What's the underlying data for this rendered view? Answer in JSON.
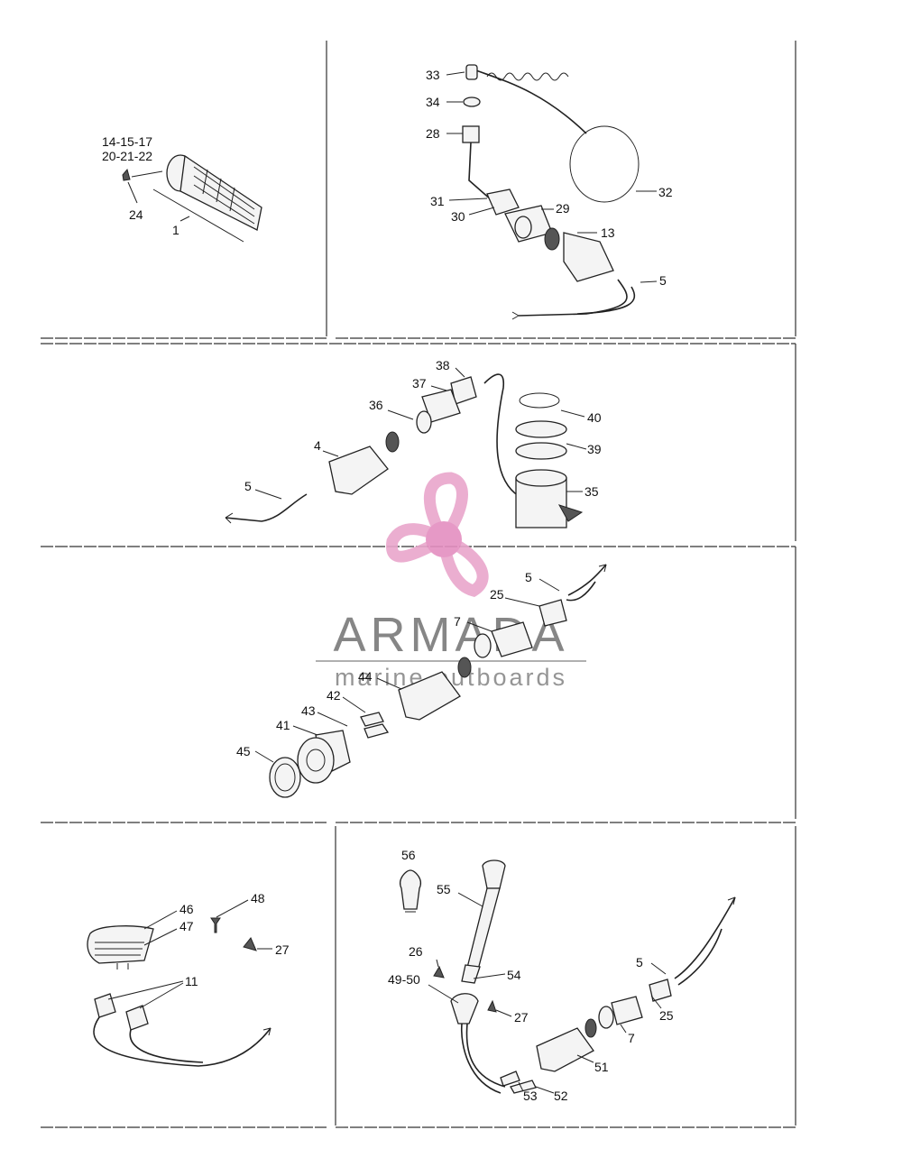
{
  "watermark": {
    "brand": "ARMADA",
    "tagline": "marine outboards",
    "colors": {
      "logo": "#e9a6cc",
      "logo_hub": "#e48fc0",
      "text": "#7a7a7a"
    }
  },
  "panels": [
    {
      "id": "panel-handle-grip",
      "callouts": [
        "14-15-17",
        "20-21-22",
        "24",
        "1"
      ]
    },
    {
      "id": "panel-kill-switch",
      "callouts": [
        "33",
        "34",
        "28",
        "32",
        "31",
        "29",
        "30",
        "13",
        "5"
      ]
    },
    {
      "id": "panel-fuel-primer",
      "callouts": [
        "38",
        "37",
        "36",
        "40",
        "39",
        "4",
        "5",
        "35"
      ]
    },
    {
      "id": "panel-socket",
      "callouts": [
        "5",
        "25",
        "7",
        "44",
        "42",
        "43",
        "41",
        "45"
      ]
    },
    {
      "id": "panel-plug-clips",
      "callouts": [
        "48",
        "46",
        "47",
        "27",
        "11"
      ]
    },
    {
      "id": "panel-light-pole",
      "callouts": [
        "56",
        "55",
        "26",
        "54",
        "49-50",
        "27",
        "5",
        "25",
        "7",
        "51",
        "53",
        "52"
      ]
    }
  ]
}
